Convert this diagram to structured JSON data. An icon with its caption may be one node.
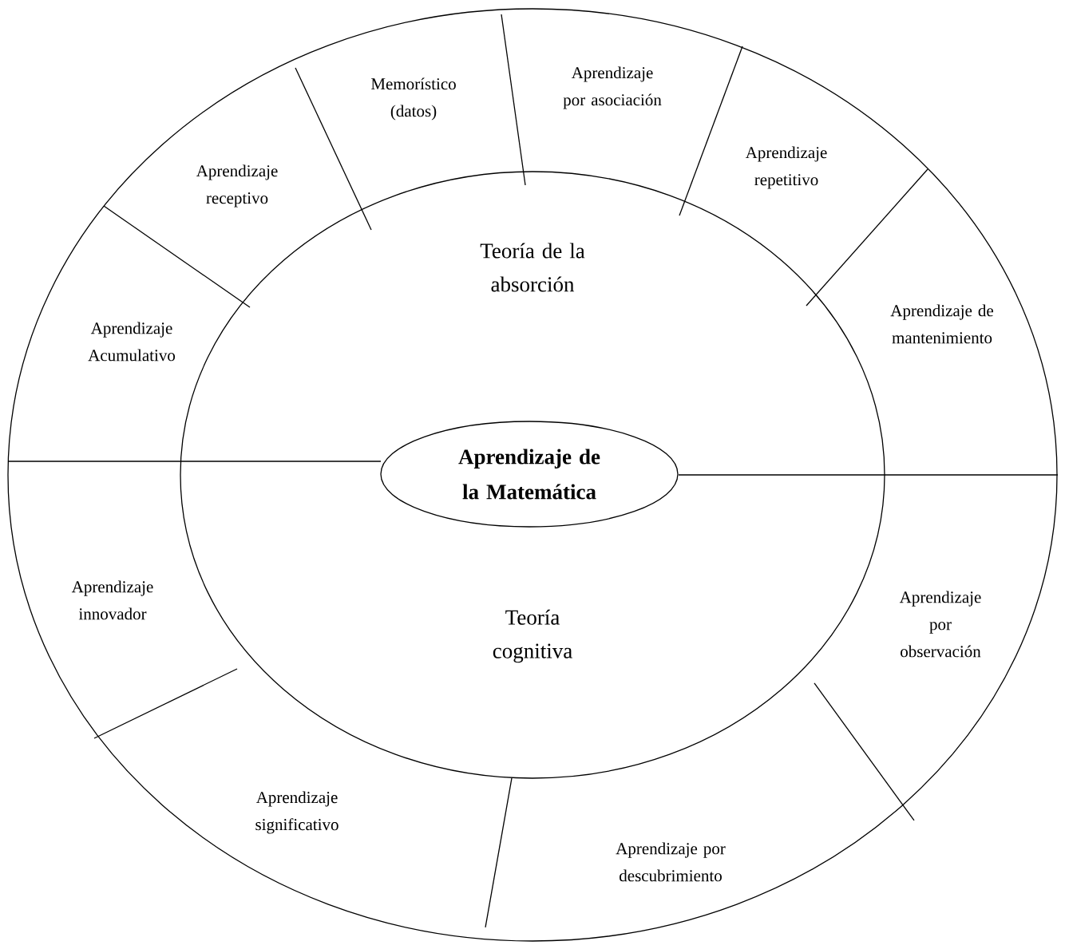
{
  "diagram": {
    "nodes": [
      {
        "text": [
          "Aprendizaje de la Matemática"
        ]
      },
      {
        "text": [
          "Teoría de la absorción"
        ]
      },
      {
        "text": [
          "Teoría cognitiva"
        ]
      },
      {
        "text": [
          "Aprendizaje Acumulativo"
        ]
      },
      {
        "text": [
          "Aprendizaje receptivo"
        ]
      },
      {
        "text": [
          "Memorístico (datos)"
        ]
      },
      {
        "text": [
          "Aprendizaje por asociación"
        ]
      },
      {
        "text": [
          "Aprendizaje repetitivo"
        ]
      },
      {
        "text": [
          "Aprendizaje de mantenimiento"
        ]
      },
      {
        "text": [
          "Aprendizaje por observación"
        ]
      },
      {
        "text": [
          "Aprendizaje por descubrimiento"
        ]
      },
      {
        "text": [
          "Aprendizaje significativo"
        ]
      },
      {
        "text": [
          "Aprendizaje innovador"
        ]
      }
    ]
  }
}
